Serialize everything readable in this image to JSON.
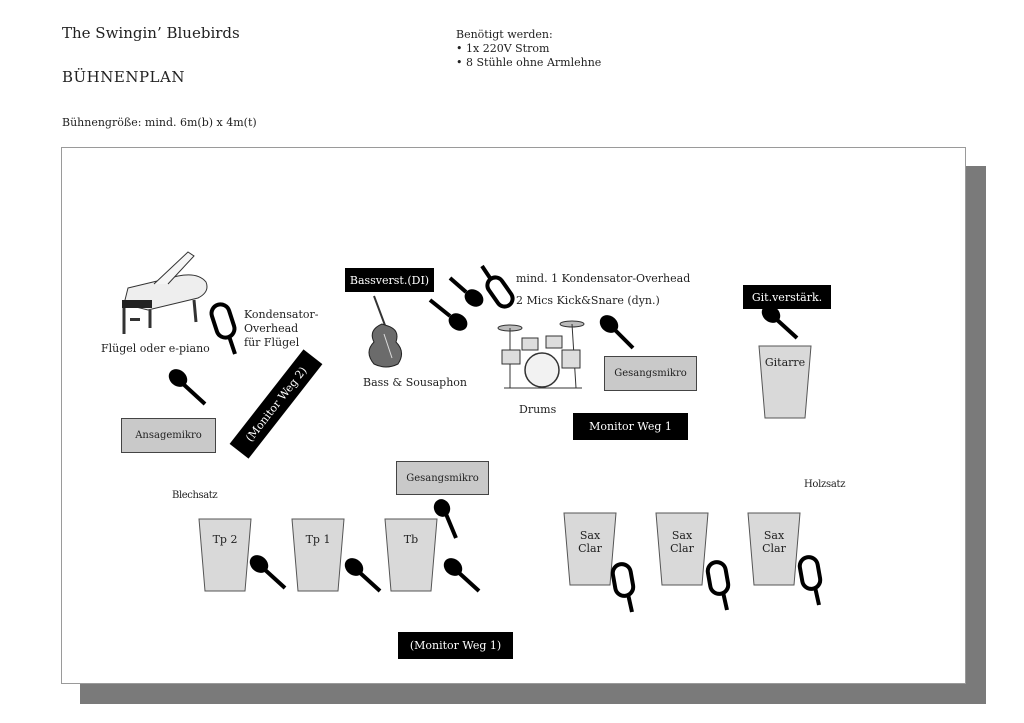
{
  "header": {
    "title": "The Swingin’ Bluebirds",
    "subtitle": "BÜHNENPLAN",
    "stage_size": "Bühnengröße: mind. 6m(b) x 4m(t)"
  },
  "requirements": {
    "heading": "Benötigt werden:",
    "items": [
      "1x 220V Strom",
      "8 Stühle ohne Armlehne"
    ]
  },
  "stage": {
    "piano_label": "Flügel oder e-piano",
    "piano_mic_label": [
      "Kondensator-",
      "Overhead",
      "für Flügel"
    ],
    "announce_mic": "Ansagemikro",
    "monitor_2": "(Monitor Weg 2)",
    "bass_amp": "Bassverst.(DI)",
    "bass_label": "Bass & Sousaphon",
    "drum_mics_line1": "mind. 1 Kondensator-Overhead",
    "drum_mics_line2": "2 Mics Kick&Snare (dyn.)",
    "drums_label": "Drums",
    "vocal_mic_1": "Gesangsmikro",
    "monitor_1_top": "Monitor Weg 1",
    "guitar_amp": "Git.verstärk.",
    "guitar_label": "Gitarre",
    "vocal_mic_2": "Gesangsmikro",
    "brass_label": "Blechsatz",
    "woodwind_label": "Holzsatz",
    "brass_chairs": [
      "Tp 2",
      "Tp 1",
      "Tb"
    ],
    "sax_chairs": [
      [
        "Sax",
        "Clar"
      ],
      [
        "Sax",
        "Clar"
      ],
      [
        "Sax",
        "Clar"
      ]
    ],
    "monitor_1_bottom": "(Monitor Weg 1)"
  },
  "colors": {
    "box_black": "#000000",
    "box_grey": "#c9c9c9",
    "chair_grey": "#d9d9d9",
    "stage_shadow": "#7a7a7a"
  }
}
